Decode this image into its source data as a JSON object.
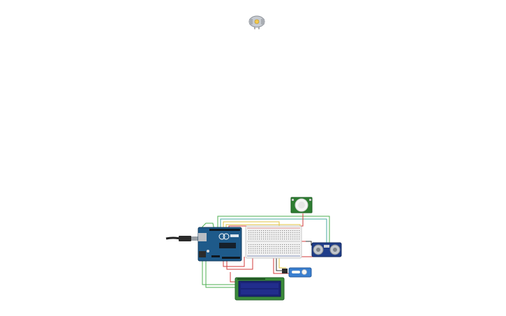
{
  "canvas": {
    "background": "#ffffff"
  },
  "components": [
    {
      "name": "motor",
      "icon": "dc-motor-icon"
    },
    {
      "name": "arduino-uno",
      "icon": "arduino-board-icon"
    },
    {
      "name": "usb-cable",
      "icon": "usb-cable-icon"
    },
    {
      "name": "breadboard",
      "icon": "breadboard-icon"
    },
    {
      "name": "pir-sensor",
      "icon": "pir-sensor-icon"
    },
    {
      "name": "ultrasonic-sensor",
      "icon": "ultrasonic-sensor-icon"
    },
    {
      "name": "servo",
      "icon": "servo-icon"
    },
    {
      "name": "lcd-16x2",
      "icon": "lcd-display-icon"
    }
  ],
  "colors": {
    "board": "#1e5a8a",
    "board_dark": "#16476e",
    "breadboard": "#f2f2f2",
    "sensor_green": "#2e7d32",
    "ultrasonic_blue": "#1f3d8a",
    "lcd_green": "#3a8a3a",
    "lcd_screen": "#1a2478",
    "servo_blue": "#3a7fd0",
    "wire_red": "#d23b3b",
    "wire_green": "#4caf50",
    "wire_yellow": "#e0c341",
    "wire_black": "#333333",
    "wire_teal": "#4aa8a0"
  }
}
